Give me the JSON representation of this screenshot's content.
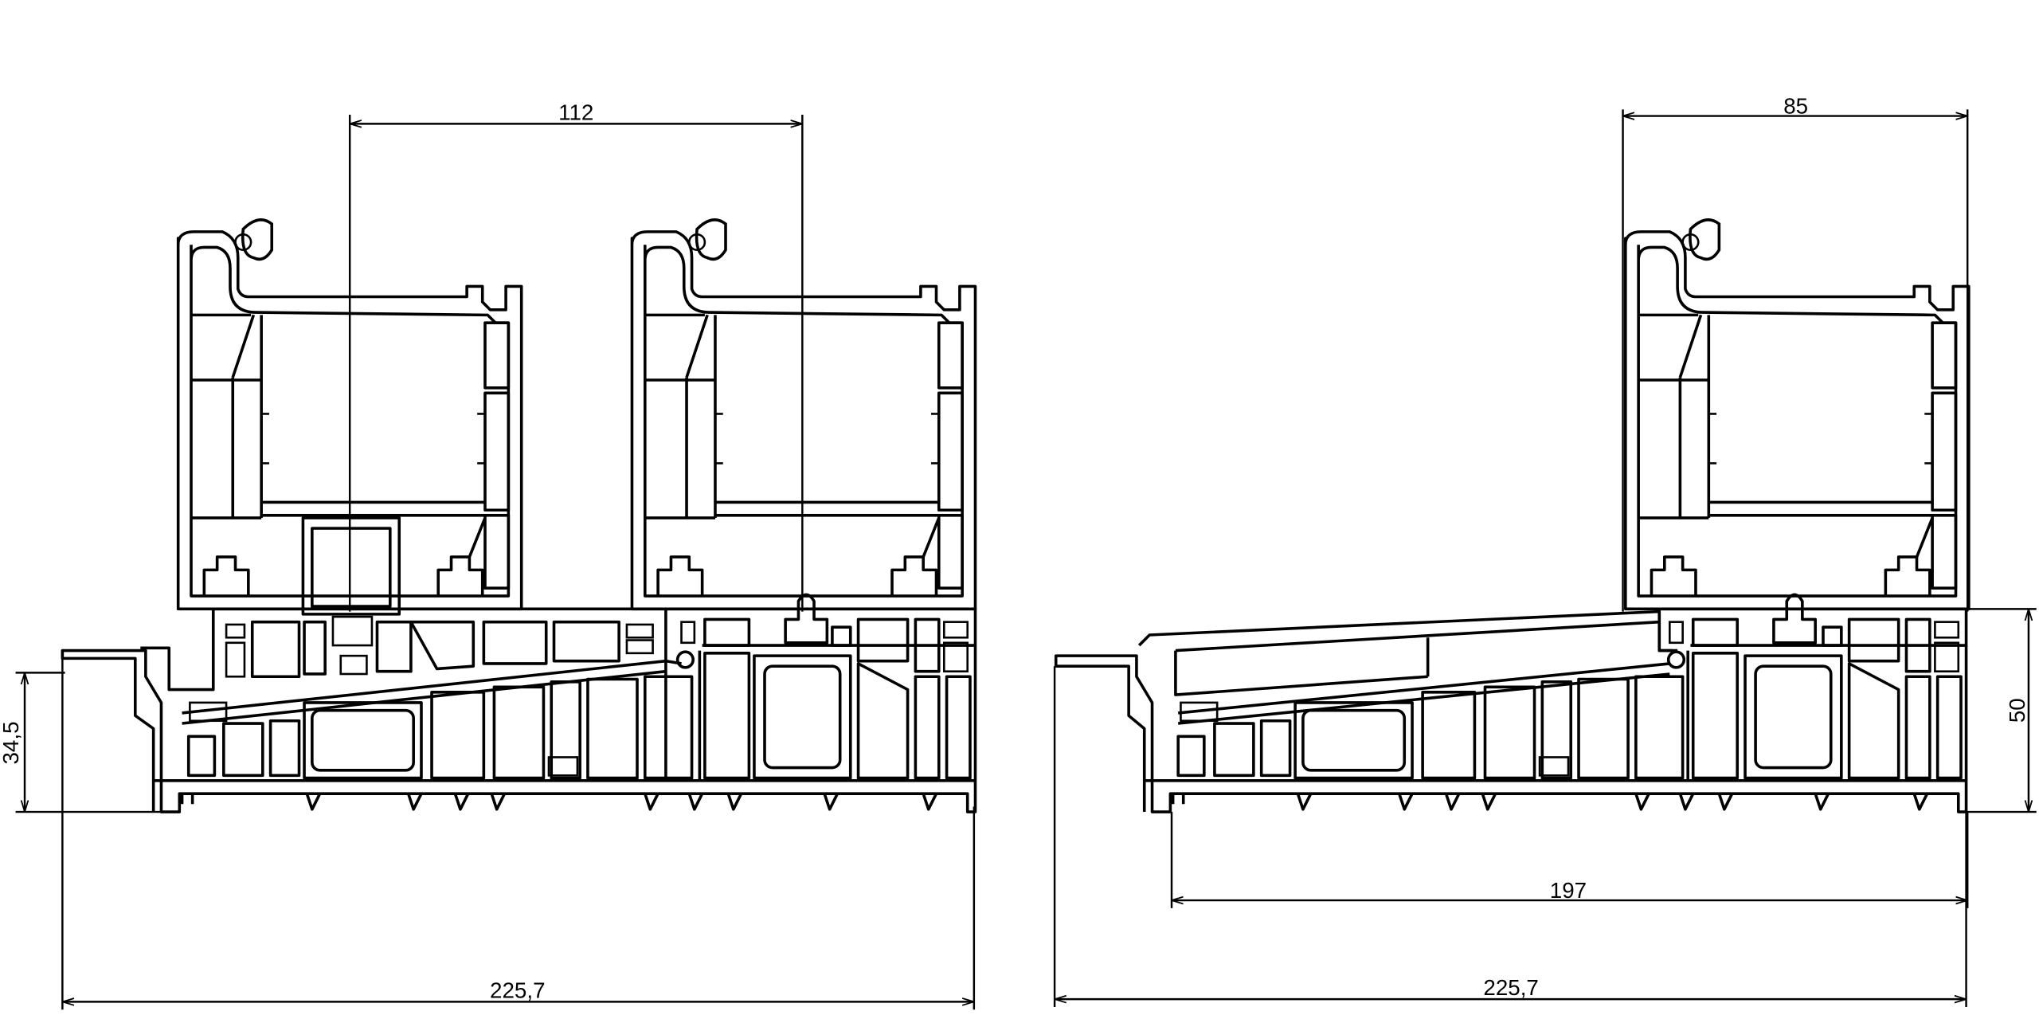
{
  "drawing": {
    "left_profile": {
      "dim_sash_offset": "112",
      "dim_threshold_height": "34,5",
      "dim_total_width": "225,7"
    },
    "right_profile": {
      "dim_sash_width": "85",
      "dim_frame_height": "50",
      "dim_inner_width": "197",
      "dim_total_width": "225,7"
    }
  }
}
